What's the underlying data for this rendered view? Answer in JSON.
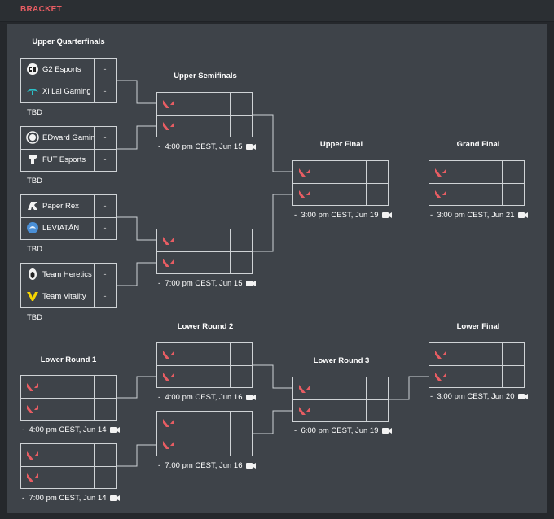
{
  "header": {
    "title": "BRACKET"
  },
  "colors": {
    "accent": "#e85d63",
    "panel": "#3e4349",
    "line": "#cfd3d6"
  },
  "rounds": {
    "upper_quarterfinals": "Upper Quarterfinals",
    "upper_semifinals": "Upper Semifinals",
    "upper_final": "Upper Final",
    "grand_final": "Grand Final",
    "lower_round_1": "Lower Round 1",
    "lower_round_2": "Lower Round 2",
    "lower_round_3": "Lower Round 3",
    "lower_final": "Lower Final"
  },
  "upper_quarterfinals": [
    {
      "team1": {
        "name": "G2 Esports",
        "score": "-",
        "logo": "g2-esports-logo"
      },
      "team2": {
        "name": "Xi Lai Gaming",
        "score": "-",
        "logo": "xi-lai-gaming-logo"
      },
      "status": "TBD"
    },
    {
      "team1": {
        "name": "EDward Gaming",
        "score": "-",
        "logo": "edward-gaming-logo"
      },
      "team2": {
        "name": "FUT Esports",
        "score": "-",
        "logo": "fut-esports-logo"
      },
      "status": "TBD"
    },
    {
      "team1": {
        "name": "Paper Rex",
        "score": "-",
        "logo": "paper-rex-logo"
      },
      "team2": {
        "name": "LEVIATÁN",
        "score": "-",
        "logo": "leviatan-logo"
      },
      "status": "TBD"
    },
    {
      "team1": {
        "name": "Team Heretics",
        "score": "-",
        "logo": "team-heretics-logo"
      },
      "team2": {
        "name": "Team Vitality",
        "score": "-",
        "logo": "team-vitality-logo"
      },
      "status": "TBD"
    }
  ],
  "schedule": {
    "upper_semifinal_1": "4:00 pm CEST, Jun 15",
    "upper_semifinal_2": "7:00 pm CEST, Jun 15",
    "upper_final": "3:00 pm CEST, Jun 19",
    "grand_final": "3:00 pm CEST, Jun 21",
    "lower_round_1_1": "4:00 pm CEST, Jun 14",
    "lower_round_1_2": "7:00 pm CEST, Jun 14",
    "lower_round_2_1": "4:00 pm CEST, Jun 16",
    "lower_round_2_2": "7:00 pm CEST, Jun 16",
    "lower_round_3": "6:00 pm CEST, Jun 19",
    "lower_final": "3:00 pm CEST, Jun 20"
  },
  "schedule_prefix": "-",
  "placeholder_icon": "valorant-icon",
  "camera_icon": "video-camera-icon"
}
